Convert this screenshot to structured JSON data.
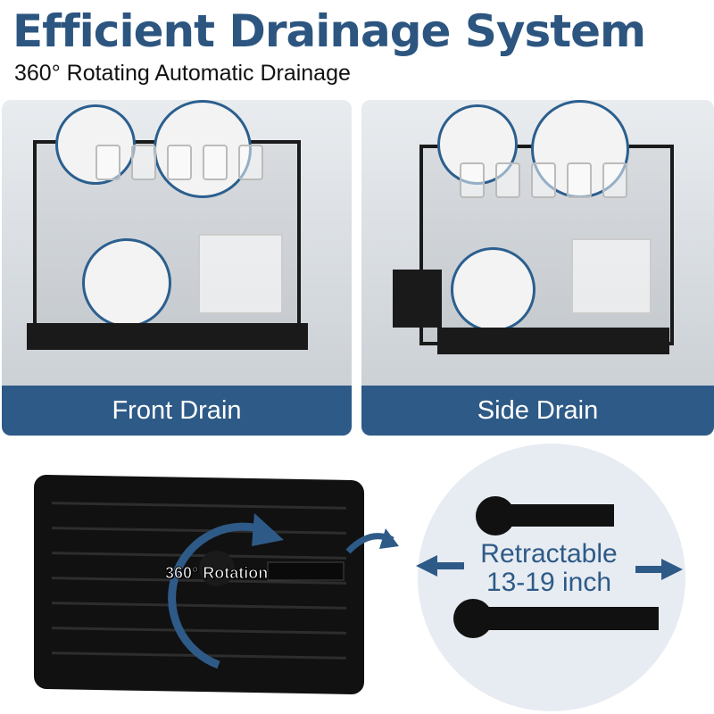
{
  "header": {
    "title": "Efficient Drainage System",
    "subtitle": "360° Rotating Automatic Drainage"
  },
  "panels": [
    {
      "label": "Front Drain"
    },
    {
      "label": "Side Drain"
    }
  ],
  "tray": {
    "annotation": "360° Rotation"
  },
  "extension": {
    "line1": "Retractable",
    "line2": "13-19 inch"
  },
  "colors": {
    "brand": "#2e5a87",
    "title": "#2c5580"
  }
}
